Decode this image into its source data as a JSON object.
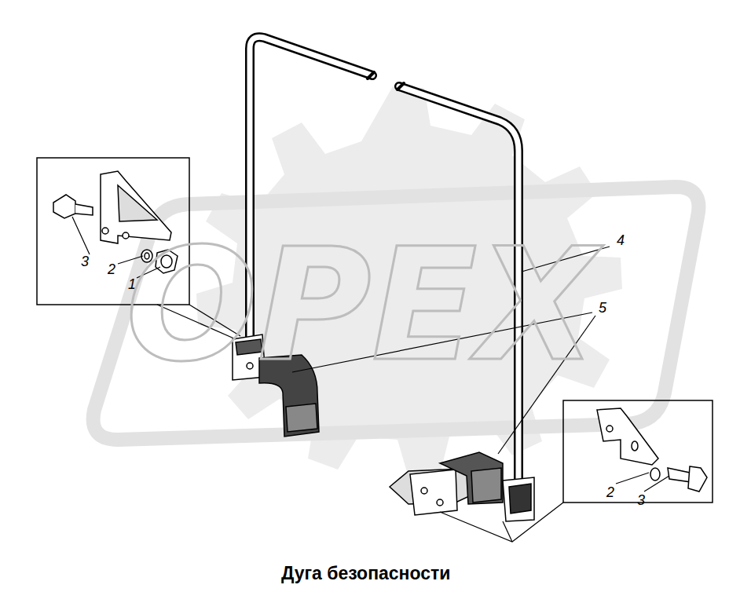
{
  "diagram": {
    "caption": "Дуга безопасности",
    "labels": [
      "3",
      "2",
      "1",
      "4",
      "5",
      "2",
      "3",
      "OPEX"
    ]
  }
}
